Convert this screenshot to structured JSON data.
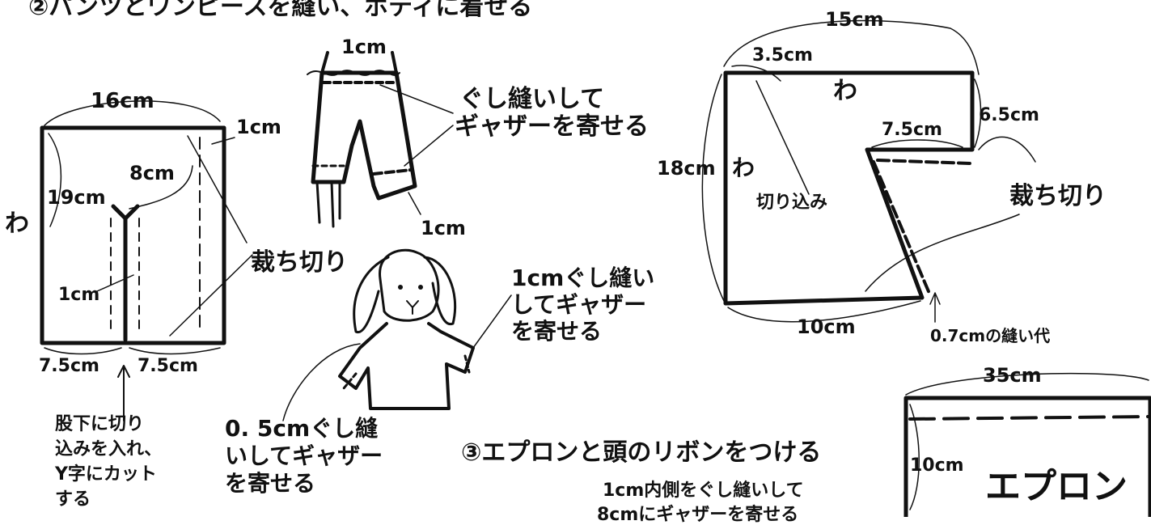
{
  "step2_title": "②パンツとワンピースを縫い、ボディに着せる",
  "step3_title": "③エプロンと頭のリボンをつける",
  "pants_pattern": {
    "width_top": "16cm",
    "seam_1cm": "1cm",
    "crotch_8cm": "8cm",
    "length_19cm": "19cm",
    "fold": "わ",
    "inner_1cm": "1cm",
    "cut_off": "裁ち切り",
    "bottom_left": "7.5cm",
    "bottom_right": "7.5cm",
    "y_cut_note": [
      "股下に切り",
      "込みを入れ、",
      "Y字にカット",
      "する"
    ]
  },
  "pants_sewn": {
    "waist_1cm": "1cm",
    "gather_note": [
      "ぐし縫いして",
      "ギャザーを寄せる"
    ],
    "hem_1cm": "1cm"
  },
  "bunny_body": {
    "sleeve_note": [
      "1cmぐし縫い",
      "してギャザー",
      "を寄せる"
    ],
    "neck_note": [
      "0. 5cmぐし縫",
      "いしてギャザー",
      "を寄せる"
    ]
  },
  "dress_pattern": {
    "width_15cm": "15cm",
    "neck_3_5cm": "3.5cm",
    "fold_top": "わ",
    "side_6_5cm": "6.5cm",
    "inner_7_5cm": "7.5cm",
    "height_18cm": "18cm",
    "fold_side": "わ",
    "slit": "切り込み",
    "cut_off": "裁ち切り",
    "bottom_10cm": "10cm",
    "seam_allowance": "0.7cmの縫い代"
  },
  "apron": {
    "width_35cm": "35cm",
    "height_10cm": "10cm",
    "label": "エプロン",
    "note": [
      "1cm内側をぐし縫いして",
      "8cmにギャザーを寄せる"
    ]
  }
}
